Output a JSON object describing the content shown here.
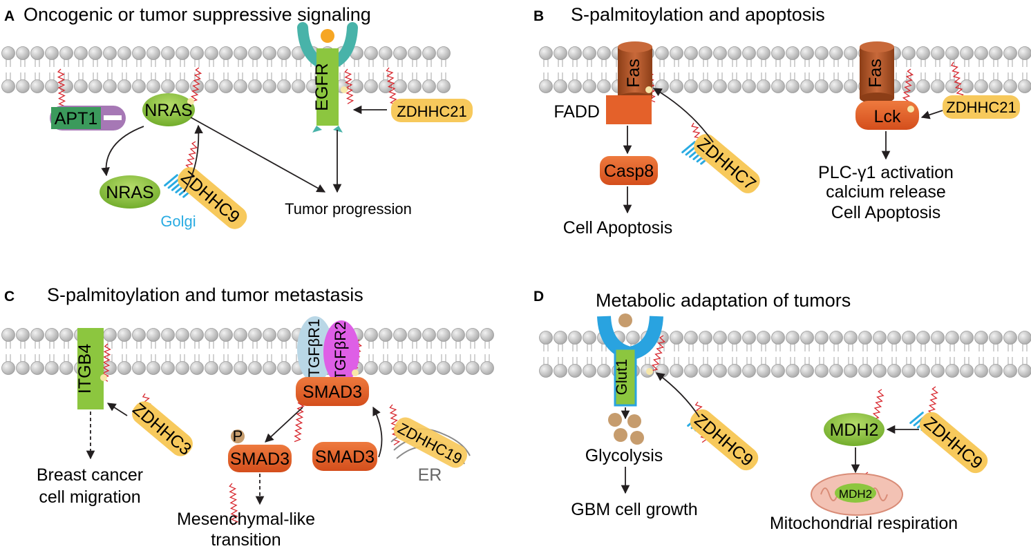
{
  "colors": {
    "lipid": "#c4c4c4",
    "protein_green": "#8cc63f",
    "protein_orange": "#e4612a",
    "enzyme_yellow": "#f7c95c",
    "golgi_blue": "#29abe2",
    "palmitoyl_red": "#d7262d",
    "apt_purple": "#a678b5",
    "apt_green": "#3b9a5c",
    "fas_brown": "#b35a2a",
    "tgfbr1_blue": "#b9d7e6",
    "tgfbr2_magenta": "#de5fe6",
    "glut_blue": "#29a3e0",
    "glucose_tan": "#c69c6d",
    "mito_pink": "#f3c2b4"
  },
  "panels": {
    "A": {
      "letter": "A",
      "title": "Oncogenic or tumor suppressive signaling",
      "labels": {
        "apt1": "APT1",
        "nras_top": "NRAS",
        "nras_bottom": "NRAS",
        "egfr": "EGFR",
        "zdhhc21": "ZDHHC21",
        "zdhhc9": "ZDHHC9",
        "golgi": "Golgi",
        "outcome": "Tumor progression"
      }
    },
    "B": {
      "letter": "B",
      "title": "S-palmitoylation and apoptosis",
      "labels": {
        "fas_left": "Fas",
        "fas_right": "Fas",
        "fadd": "FADD",
        "casp8": "Casp8",
        "zdhhc7": "ZDHHC7",
        "lck": "Lck",
        "zdhhc21": "ZDHHC21",
        "outcome_left": "Cell Apoptosis",
        "outcome_right": [
          "PLC-γ1 activation",
          "calcium release",
          "Cell Apoptosis"
        ]
      }
    },
    "C": {
      "letter": "C",
      "title": "S-palmitoylation and tumor metastasis",
      "labels": {
        "itgb4": "ITGB4",
        "zdhhc3": "ZDHHC3",
        "tgfbr1": "TGFβR1",
        "tgfbr2": "TGFβR2",
        "smad3_receptor": "SMAD3",
        "smad3_p": "SMAD3",
        "smad3_free": "SMAD3",
        "phospho": "P",
        "zdhhc19": "ZDHHC19",
        "er": "ER",
        "outcome_left": [
          "Breast cancer",
          "cell migration"
        ],
        "outcome_mid": [
          "Mesenchymal-like",
          "transition"
        ]
      }
    },
    "D": {
      "letter": "D",
      "title": "Metabolic adaptation of tumors",
      "labels": {
        "glut1": "Glut1",
        "zdhhc9_left": "ZDHHC9",
        "zdhhc9_right": "ZDHHC9",
        "glycolysis": "Glycolysis",
        "growth": "GBM cell growth",
        "mdh2": "MDH2",
        "mdh2_mito": "MDH2",
        "respiration": "Mitochondrial respiration"
      }
    }
  }
}
